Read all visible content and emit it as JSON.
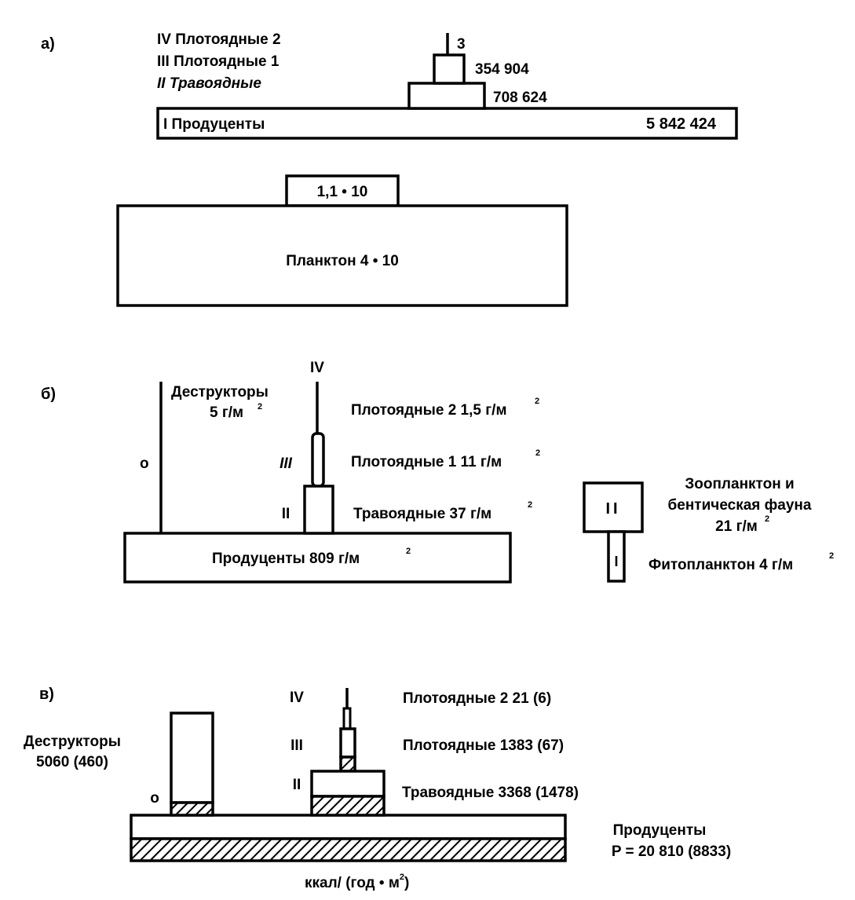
{
  "panel_a": {
    "label": "а)",
    "legend": [
      "IV Плотоядные 2",
      "III Плотоядные 1",
      "II Травоядные"
    ],
    "levels": [
      {
        "name": "I Продуценты",
        "value": "5 842 424"
      },
      {
        "name": "II Травоядные",
        "value": "708 624"
      },
      {
        "name": "III Плотоядные 1",
        "value": "354 904"
      },
      {
        "name": "IV Плотоядные 2",
        "value": "3"
      }
    ],
    "producer_label": "I Продуценты",
    "plankton": {
      "top_label": "1,1 • 10",
      "base_label": "Планктон 4 • 10"
    }
  },
  "panel_b": {
    "label": "б)",
    "decomposers": {
      "level": "о",
      "name": "Деструкторы",
      "value": "5 г/м",
      "sup": "2"
    },
    "roman": {
      "iv": "IV",
      "iii": "III",
      "ii": "II"
    },
    "levels": [
      {
        "text": "Плотоядные 2 1,5 г/м",
        "sup": "2"
      },
      {
        "text": "Плотоядные 1 11 г/м",
        "sup": "2"
      },
      {
        "text": "Травоядные 37 г/м",
        "sup": "2"
      }
    ],
    "producers": {
      "text": "Продуценты 809 г/м",
      "sup": "2"
    },
    "aquatic": {
      "box_label_top": "II",
      "box_label_bottom": "I",
      "zoo_line1": "Зоопланктон и",
      "zoo_line2": "бентическая фауна",
      "zoo_value": "21 г/м",
      "zoo_sup": "2",
      "phyto": "Фитопланктон 4 г/м",
      "phyto_sup": "2"
    }
  },
  "panel_v": {
    "label": "в)",
    "decomposers": {
      "level": "о",
      "name": "Деструкторы",
      "value": "5060 (460)"
    },
    "roman": {
      "iv": "IV",
      "iii": "III",
      "ii": "II"
    },
    "levels": [
      "Плотоядные 2 21 (6)",
      "Плотоядные 1383 (67)",
      "Травоядные 3368 (1478)"
    ],
    "producers": {
      "name": "Продуценты",
      "value": "P = 20 810 (8833)"
    },
    "units": "ккал/ (год • м",
    "units_sup": "2",
    "units_close": ")"
  }
}
